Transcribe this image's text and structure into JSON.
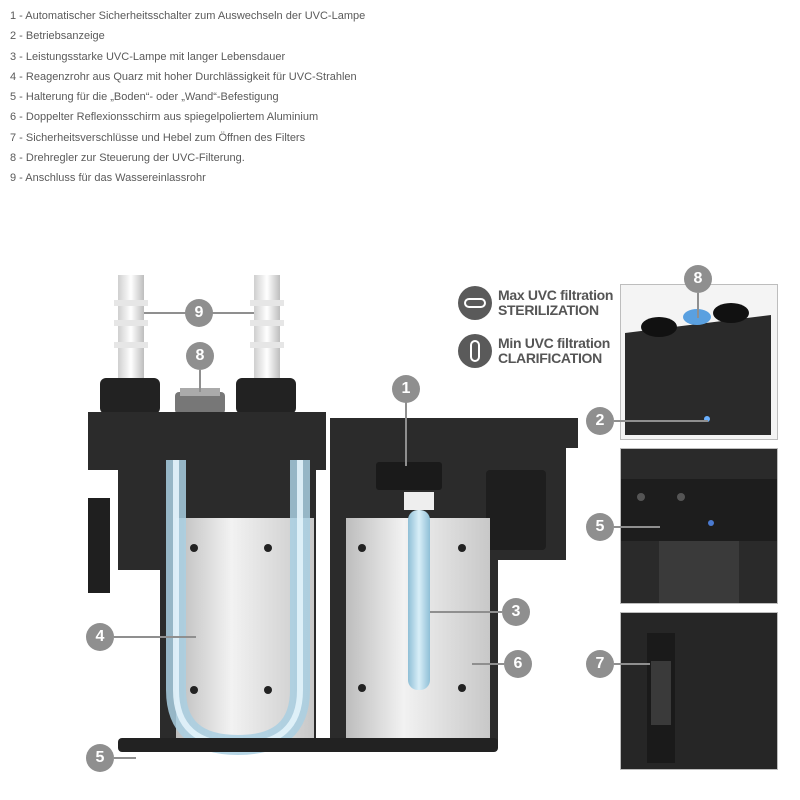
{
  "legend": [
    "1 - Automatischer Sicherheitsschalter zum Auswechseln der UVC-Lampe",
    "2 - Betriebsanzeige",
    "3 - Leistungsstarke UVC-Lampe mit langer Lebensdauer",
    "4 - Reagenzrohr aus Quarz mit hoher Durchlässigkeit für UVC-Strahlen",
    "5 - Halterung für die „Boden“- oder „Wand“-Befestigung",
    "6 - Doppelter Reflexionsschirm aus spiegelpoliertem Aluminium",
    "7 - Sicherheitsverschlüsse und Hebel zum Öffnen des Filters",
    "8 - Drehregler zur Steuerung der UVC-Filterung.",
    "9 - Anschluss für das Wassereinlassrohr"
  ],
  "modes": {
    "max": {
      "line1": "Max UVC filtration",
      "line2": "STERILIZATION"
    },
    "min": {
      "line1": "Min UVC filtration",
      "line2": "CLARIFICATION"
    }
  },
  "badges": {
    "b1": "1",
    "b2": "2",
    "b3": "3",
    "b4": "4",
    "b5a": "5",
    "b5b": "5",
    "b6": "6",
    "b7": "7",
    "b8a": "8",
    "b8b": "8",
    "b9": "9"
  },
  "colors": {
    "badge": "#8f8f8f",
    "housing": "#2b2b2b",
    "quartz": "#a9cfe2",
    "reflector": "#d8d8d8"
  }
}
